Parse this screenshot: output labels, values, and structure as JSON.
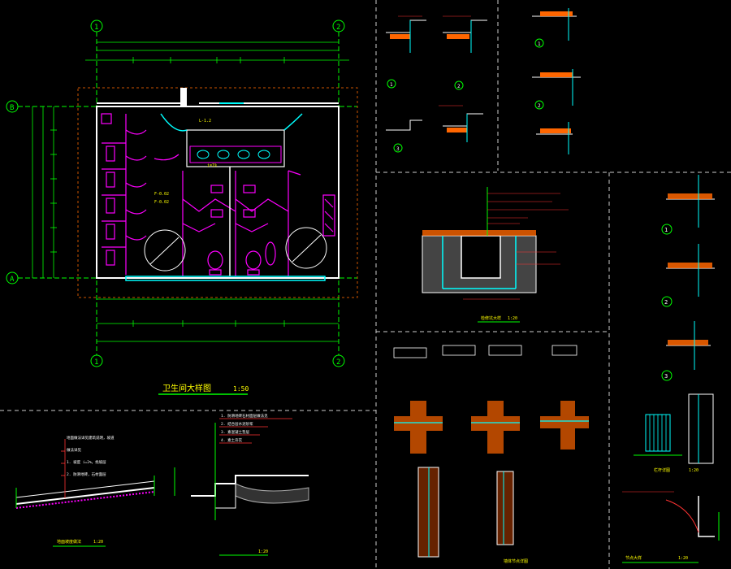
{
  "plan": {
    "title": "卫生间大样图",
    "scale": "1:50",
    "axes_h": [
      "1",
      "2"
    ],
    "axes_v": [
      "B",
      "A"
    ]
  },
  "ramp": {
    "title": "地面坡度做法",
    "scale": "1:20"
  },
  "section": {
    "scale": "1:20"
  },
  "pit": {
    "title": "检修坑大样",
    "scale": "1:20"
  },
  "tr_labels": [
    "1",
    "2",
    "3",
    "1",
    "2"
  ],
  "rc_labels": [
    "1",
    "2",
    "3"
  ],
  "railing": {
    "title": "栏杆详图",
    "scale": "1:20"
  },
  "bottom_right": {
    "title": "节点大样",
    "scale": "1:20"
  },
  "mid_bottom": {
    "title": "墙体节点详图"
  },
  "colors": {
    "bg": "#000000",
    "dim": "#00ff00",
    "wall": "#ffffff",
    "partition": "#ff00ff",
    "glass": "#00ffff",
    "text": "#ffff00",
    "leader": "#ff3333",
    "hatch": "#ff6600",
    "fixture": "#0000ff",
    "frame": "#ffffff"
  }
}
